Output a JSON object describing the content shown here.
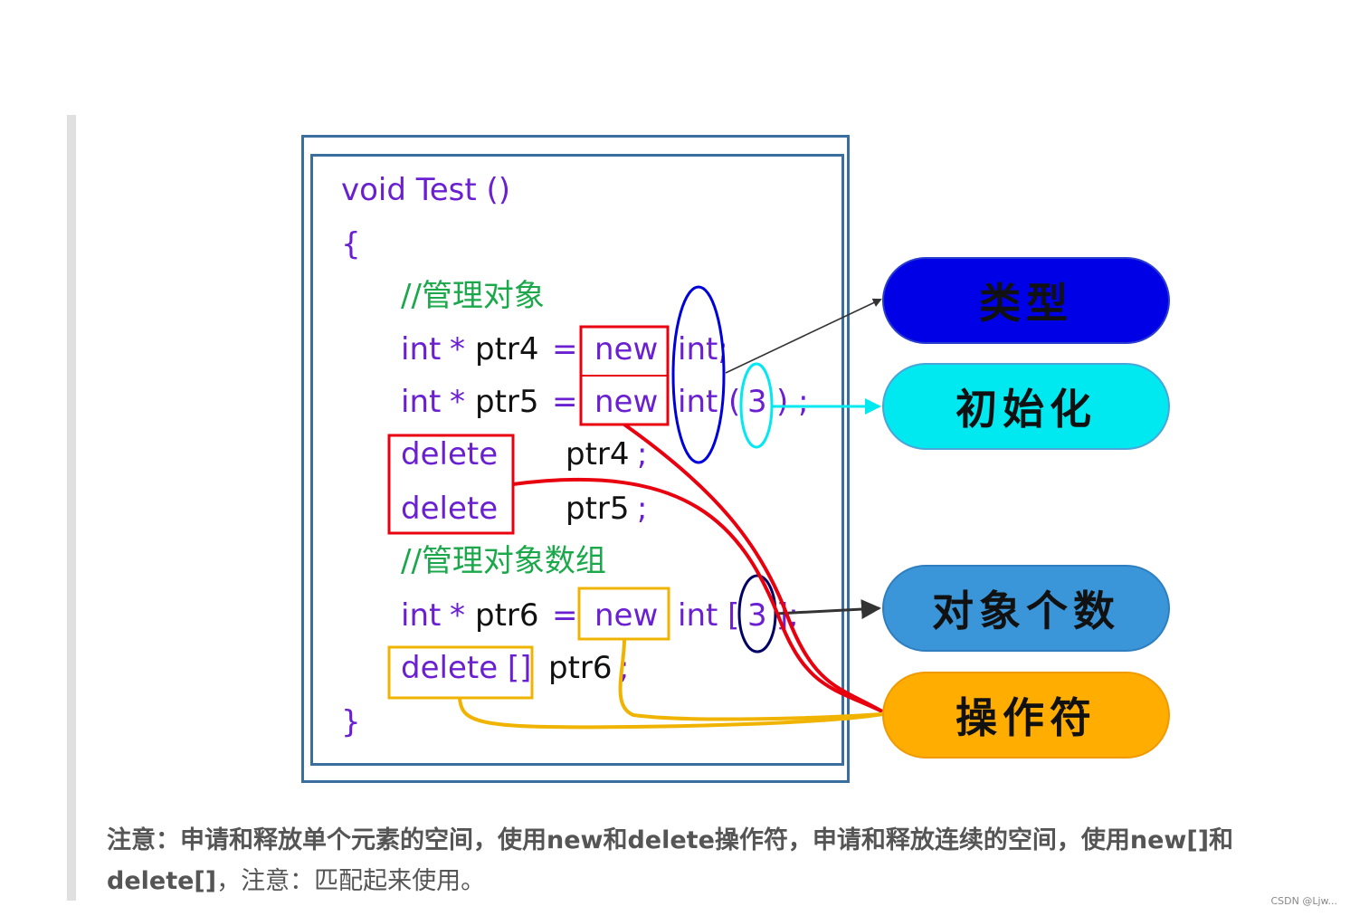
{
  "code": {
    "line1": "void Test ()",
    "brace_open": "{",
    "comment1": "//管理对象",
    "l4_int": "int",
    "l4_star": "*",
    "l4_ptr": "ptr4",
    "l4_eq": "=",
    "l4_new": "new",
    "l4_type": "int;",
    "l5_int": "int",
    "l5_star": "*",
    "l5_ptr": "ptr5",
    "l5_eq": "=",
    "l5_new": "new",
    "l5_type": "int",
    "l5_lp": "(",
    "l5_num": "3",
    "l5_rp": ") ;",
    "l6_kw": "delete",
    "l6_ptr": "ptr4",
    "l6_semi": ";",
    "l7_kw": "delete",
    "l7_ptr": "ptr5",
    "l7_semi": ";",
    "comment2": "//管理对象数组",
    "l9_int": "int",
    "l9_star": "*",
    "l9_ptr": "ptr6",
    "l9_eq": "=",
    "l9_new": "new",
    "l9_type": "int [",
    "l9_num": "3",
    "l9_rb": "];",
    "l10_kw": "delete []",
    "l10_ptr": "ptr6",
    "l10_semi": ";",
    "brace_close": "}"
  },
  "labels": {
    "type": "类型",
    "init": "初始化",
    "count": "对象个数",
    "operator": "操作符"
  },
  "colors": {
    "type_fill": "#0000e6",
    "init_fill": "#00e8f0",
    "count_fill": "#3a96d8",
    "operator_fill": "#ffad00",
    "red": "#e8000f",
    "orange": "#f0b400",
    "blue_ellipse": "#0000dd",
    "cyan_ellipse": "#00e8f0",
    "navy_ellipse": "#000066",
    "border": "#3a6e9e"
  },
  "note": {
    "bold": "注意：申请和释放单个元素的空间，使用new和delete操作符，申请和释放连续的空间，使用new[]和delete[]",
    "rest": "，注意：匹配起来使用。"
  },
  "watermark": "CSDN @Ljw..."
}
